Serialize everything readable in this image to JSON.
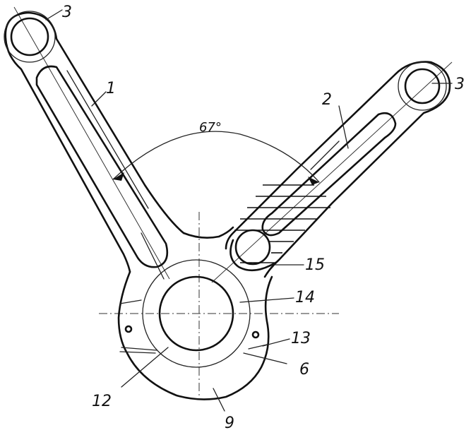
{
  "figure": {
    "angle_label": "67°",
    "callouts": [
      "1",
      "2",
      "3",
      "3",
      "6",
      "9",
      "12",
      "13",
      "14",
      "15"
    ]
  }
}
